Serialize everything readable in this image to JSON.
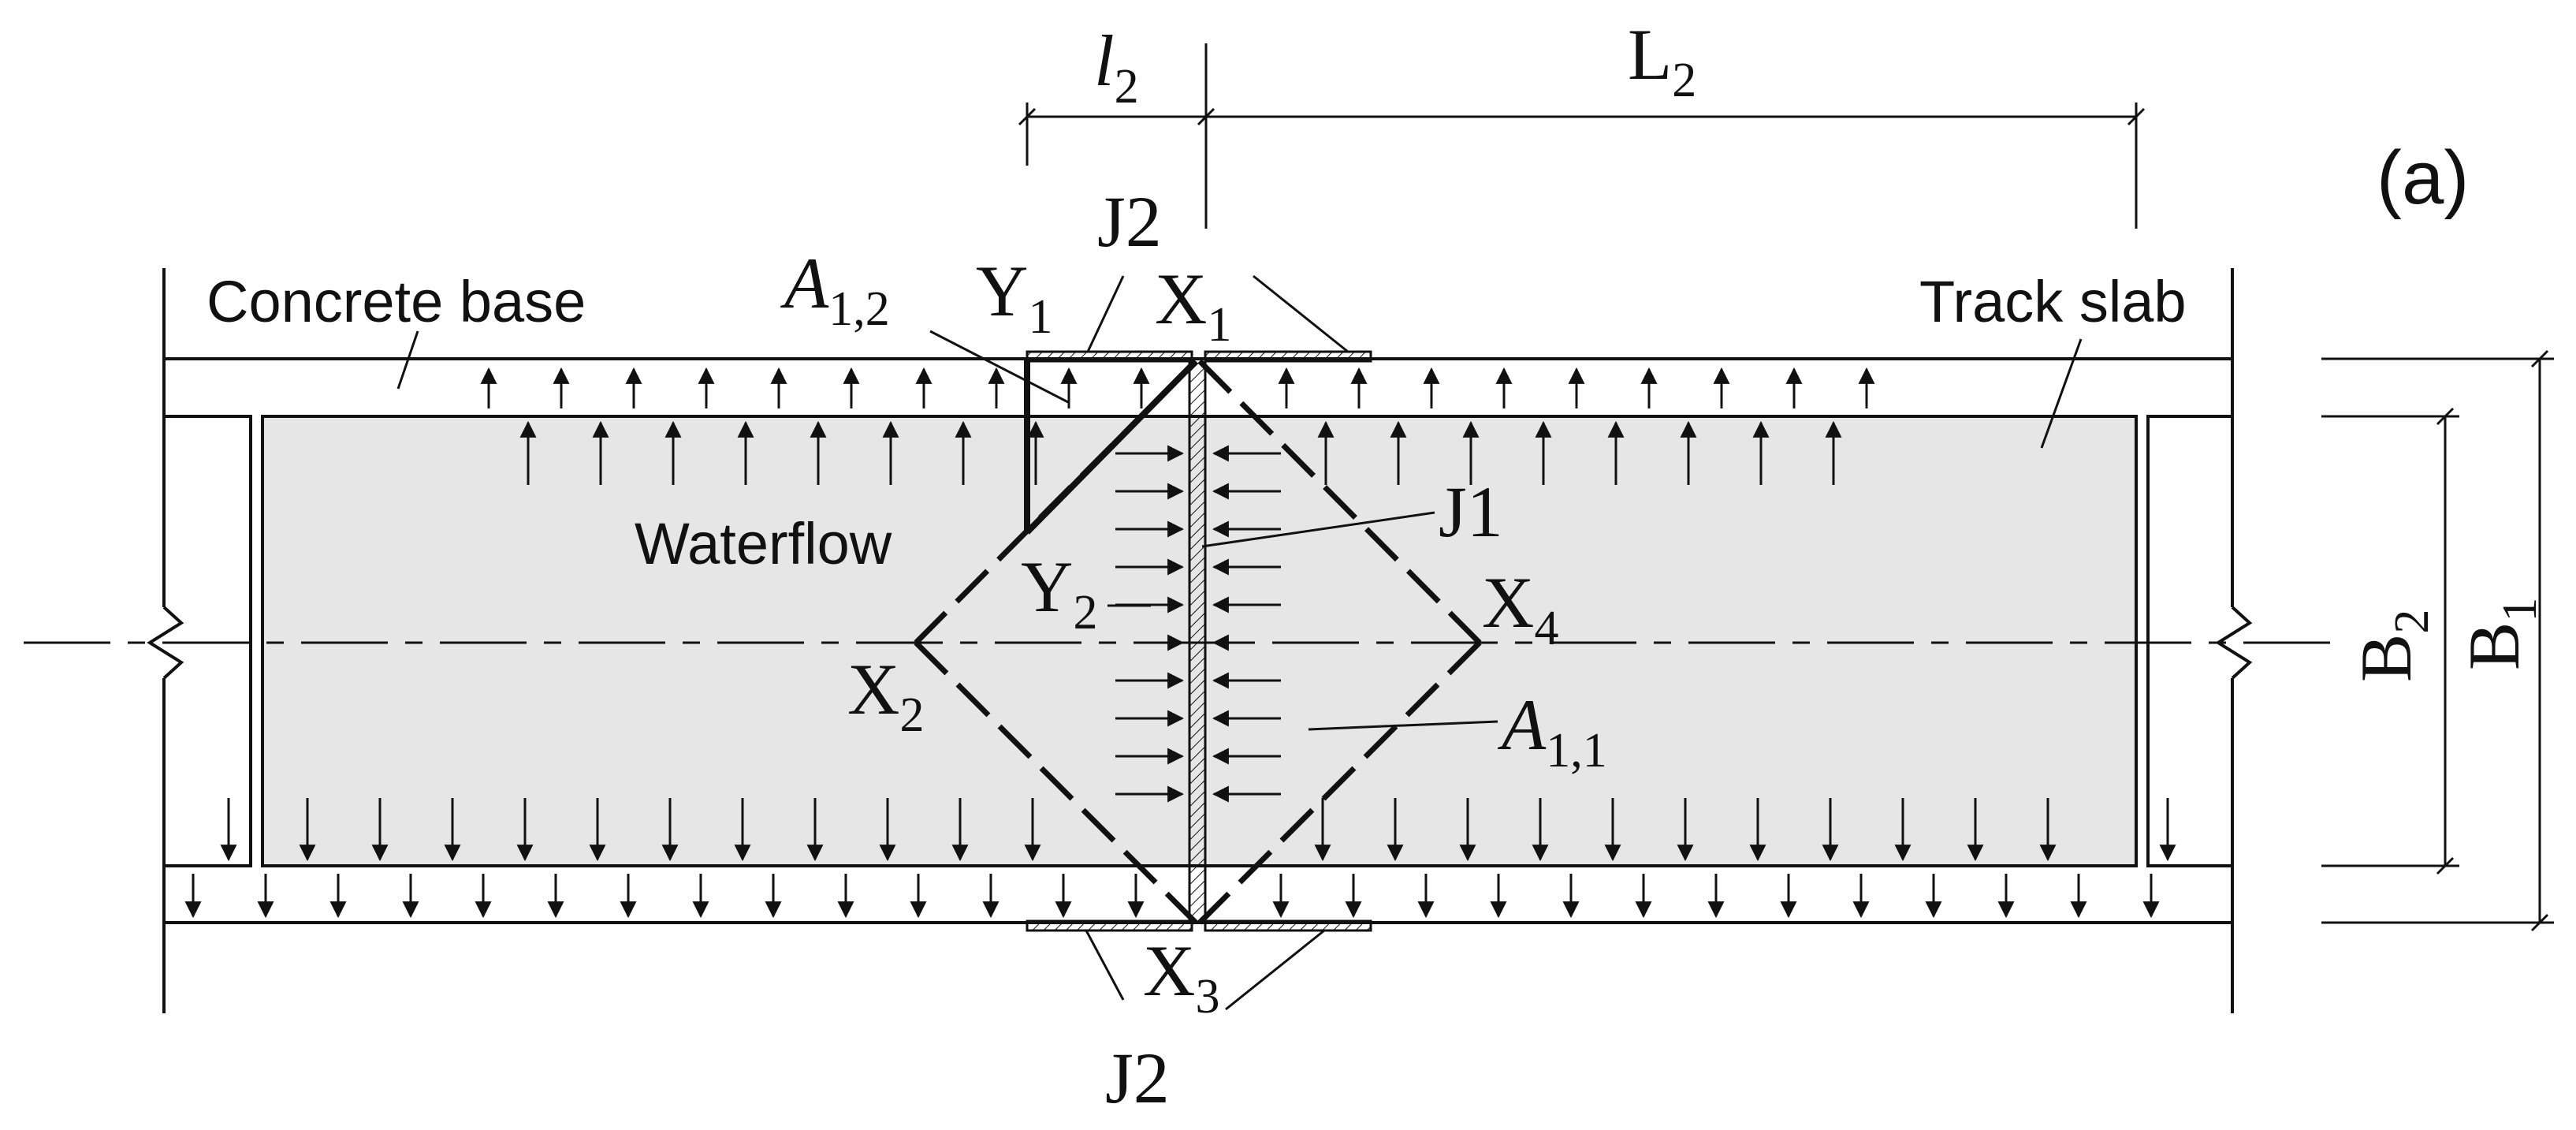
{
  "panel_label": "(a)",
  "labels": {
    "concrete_base": "Concrete base",
    "track_slab": "Track slab",
    "waterflow": "Waterflow",
    "j1": "J1",
    "j2_top": "J2",
    "j2_bottom": "J2"
  },
  "symbols": {
    "x1": {
      "base": "X",
      "sub": "1"
    },
    "x2": {
      "base": "X",
      "sub": "2"
    },
    "x3": {
      "base": "X",
      "sub": "3"
    },
    "x4": {
      "base": "X",
      "sub": "4"
    },
    "y1": {
      "base": "Y",
      "sub": "1"
    },
    "y2": {
      "base": "Y",
      "sub": "2"
    },
    "a11": {
      "base": "A",
      "sub": "1,1"
    },
    "a12": {
      "base": "A",
      "sub": "1,2"
    }
  },
  "dimensions": {
    "l2": {
      "base": "l",
      "sub": "2"
    },
    "L2": {
      "base": "L",
      "sub": "2"
    },
    "B1": {
      "base": "B",
      "sub": "1"
    },
    "B2": {
      "base": "B",
      "sub": "2"
    }
  },
  "colors": {
    "slab_fill": "#e6e6e6",
    "line": "#111111",
    "background": "#ffffff"
  }
}
